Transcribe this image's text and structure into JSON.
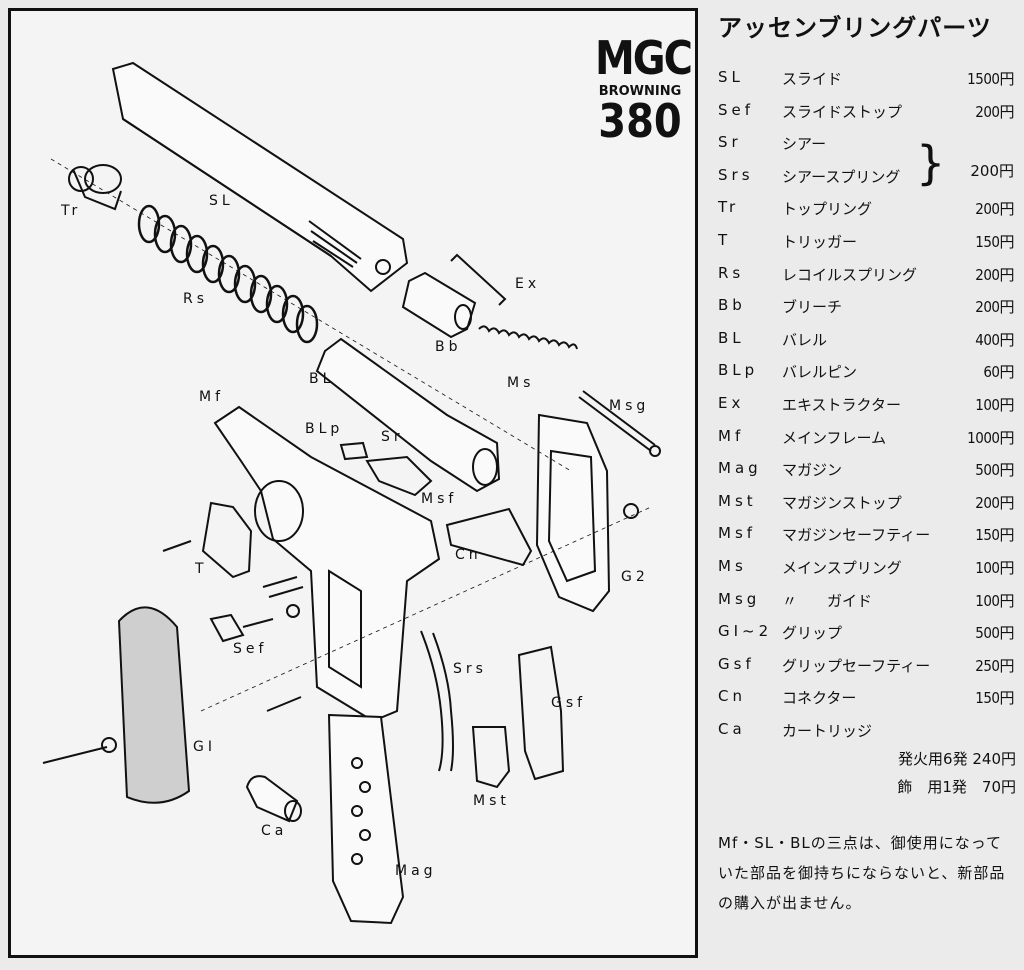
{
  "logo": {
    "line1": "MGC",
    "line2": "BROWNING",
    "line3": "380"
  },
  "labels": {
    "tr": "Tr",
    "sl": "SL",
    "rs": "Rs",
    "ex": "Ex",
    "bb": "Bb",
    "bl": "BL",
    "ms": "Ms",
    "msg": "Msg",
    "mf": "Mf",
    "blp": "BLp",
    "sr": "Sr",
    "msf": "Msf",
    "t": "T",
    "cn": "Cn",
    "g2": "G2",
    "sef": "Sef",
    "srs": "Srs",
    "gsf": "Gsf",
    "gi": "GI",
    "mst": "Mst",
    "ca": "Ca",
    "mag": "Mag"
  },
  "parts_list": {
    "title": "アッセンブリングパーツ",
    "shared_price": "200円",
    "rows": [
      {
        "code": "SL",
        "name": "スライド",
        "price": "1500円"
      },
      {
        "code": "Sef",
        "name": "スライドストップ",
        "price": "200円"
      },
      {
        "code": "Sr",
        "name": "シアー",
        "price": ""
      },
      {
        "code": "Srs",
        "name": "シアースプリング",
        "price": ""
      },
      {
        "code": "Tr",
        "name": "トップリング",
        "price": "200円"
      },
      {
        "code": "T",
        "name": "トリッガー",
        "price": "150円"
      },
      {
        "code": "Rs",
        "name": "レコイルスプリング",
        "price": "200円"
      },
      {
        "code": "Bb",
        "name": "ブリーチ",
        "price": "200円"
      },
      {
        "code": "BL",
        "name": "バレル",
        "price": "400円"
      },
      {
        "code": "BLp",
        "name": "バレルピン",
        "price": "60円"
      },
      {
        "code": "Ex",
        "name": "エキストラクター",
        "price": "100円"
      },
      {
        "code": "Mf",
        "name": "メインフレーム",
        "price": "1000円"
      },
      {
        "code": "Mag",
        "name": "マガジン",
        "price": "500円"
      },
      {
        "code": "Mst",
        "name": "マガジンストップ",
        "price": "200円"
      },
      {
        "code": "Msf",
        "name": "マガジンセーフティー",
        "price": "150円"
      },
      {
        "code": "Ms",
        "name": "メインスプリング",
        "price": "100円"
      },
      {
        "code": "Msg",
        "name": "〃　　ガイド",
        "price": "100円"
      },
      {
        "code": "GI~2",
        "name": "グリップ",
        "price": "500円"
      },
      {
        "code": "Gsf",
        "name": "グリップセーフティー",
        "price": "250円"
      },
      {
        "code": "Cn",
        "name": "コネクター",
        "price": "150円"
      },
      {
        "code": "Ca",
        "name": "カートリッジ",
        "price": ""
      }
    ],
    "cartridge_lines": [
      "発火用6発 240円",
      "飾　用1発　70円"
    ],
    "note": "Mf・SL・BLの三点は、御使用になっていた部品を御持ちにならないと、新部品の購入が出ません。"
  }
}
